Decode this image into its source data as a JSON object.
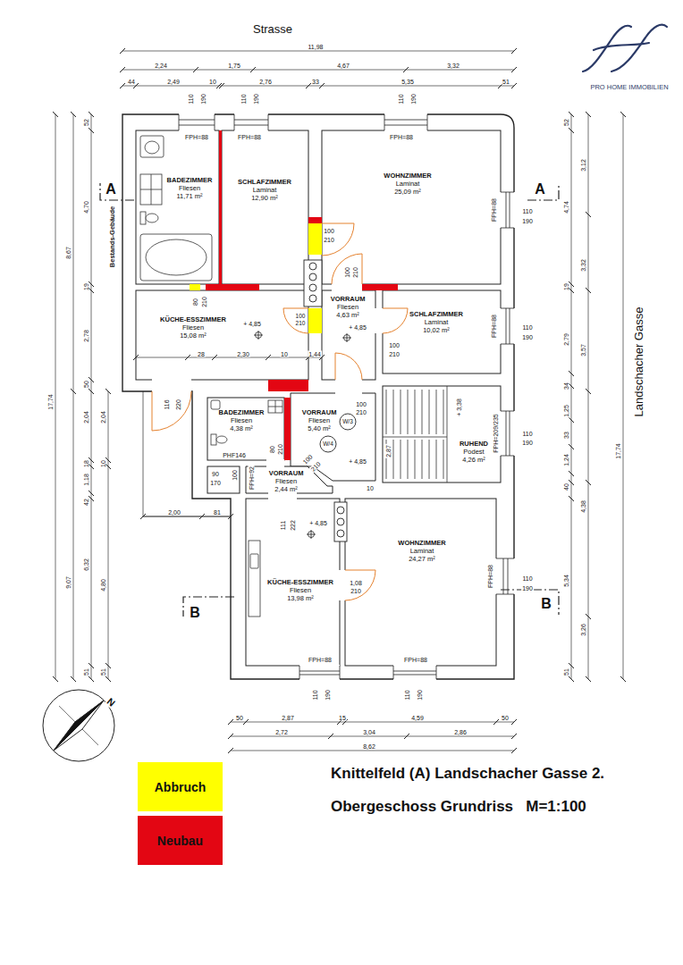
{
  "diagram": {
    "title": "Knittelfeld (A) Landschacher Gasse 2.",
    "caption": "Obergeschoss Grundriss   M=1:100",
    "nodes": [
      {
        "text": [
          "BADEZIMMER",
          "Fliesen",
          "11,71 m²"
        ]
      },
      {
        "text": [
          "SCHLAFZIMMER",
          "Laminat",
          "12,90 m²"
        ]
      },
      {
        "text": [
          "WOHNZIMMER",
          "Laminat",
          "25,09 m²"
        ]
      },
      {
        "text": [
          "KÜCHE-ESSZIMMER",
          "Fliesen",
          "15,08 m²"
        ]
      },
      {
        "text": [
          "VORRAUM",
          "Fliesen",
          "4,63 m²"
        ]
      },
      {
        "text": [
          "SCHLAFZIMMER",
          "Laminat",
          "10,02 m²"
        ]
      },
      {
        "text": [
          "BADEZIMMER",
          "Fliesen",
          "4,38 m²"
        ]
      },
      {
        "text": [
          "VORRAUM",
          "Fliesen",
          "5,40 m²"
        ]
      },
      {
        "text": [
          "RUHEND",
          "Podest",
          "4,26 m²"
        ]
      },
      {
        "text": [
          "VORRAUM",
          "Fliesen",
          "2,44 m²"
        ]
      },
      {
        "text": [
          "KÜCHE-ESSZIMMER",
          "Fliesen",
          "13,98 m²"
        ]
      },
      {
        "text": [
          "WOHNZIMMER",
          "Laminat",
          "24,27 m²"
        ]
      }
    ],
    "labels": [
      "PRO HOME IMMOBILIEN",
      "Strasse",
      "11,98",
      "2,24",
      "1,75",
      "4,67",
      "3,32",
      "44",
      "2,49",
      "10",
      "2,76",
      "33",
      "5,35",
      "51",
      "110",
      "190",
      "110",
      "190",
      "110",
      "190",
      "FPH=88",
      "FPH=88",
      "FPH=88",
      "A",
      "A",
      "Bestands-Gebäude",
      "100",
      "210",
      "100",
      "210",
      "80",
      "210",
      "+ 4,85",
      "100",
      "210",
      "+ 4,85",
      "100",
      "210",
      "28",
      "2,30",
      "10",
      "1,44",
      "116",
      "220",
      "100",
      "210",
      "W/3",
      "+ 3,38",
      "2,87",
      "W/4",
      "+ 4,85",
      "PHF146",
      "90",
      "170",
      "100",
      "FPH=92",
      "80",
      "210",
      "100",
      "210",
      "10",
      "2,00",
      "81",
      "111",
      "222",
      "+ 4,85",
      "1,08",
      "210",
      "B",
      "B",
      "FPH=88",
      "FPH=88",
      "110",
      "190",
      "110",
      "190",
      "50",
      "2,87",
      "15",
      "4,59",
      "50",
      "2,72",
      "3,04",
      "2,86",
      "8,62",
      "FPH=88",
      "110",
      "190",
      "FPH=88",
      "110",
      "190",
      "FPH=209/235",
      "110",
      "190",
      "FPH=88",
      "110",
      "190",
      "17,74",
      "8,67",
      "9,07",
      "52",
      "4,70",
      "19",
      "2,78",
      "50",
      "2,04",
      "18",
      "1,18",
      "42",
      "6,32",
      "51",
      "2,04",
      "10",
      "4,80",
      "51",
      "52",
      "4,74",
      "19",
      "2,79",
      "34",
      "1,25",
      "33",
      "1,24",
      "40",
      "5,34",
      "51",
      "3,12",
      "3,32",
      "3,57",
      "4,38",
      "3,26",
      "17,74",
      "Landschacher Gasse",
      "N"
    ],
    "legend": [
      {
        "text": "Abbruch",
        "color": "#ffff00"
      },
      {
        "text": "Neubau",
        "color": "#e30613"
      }
    ]
  }
}
